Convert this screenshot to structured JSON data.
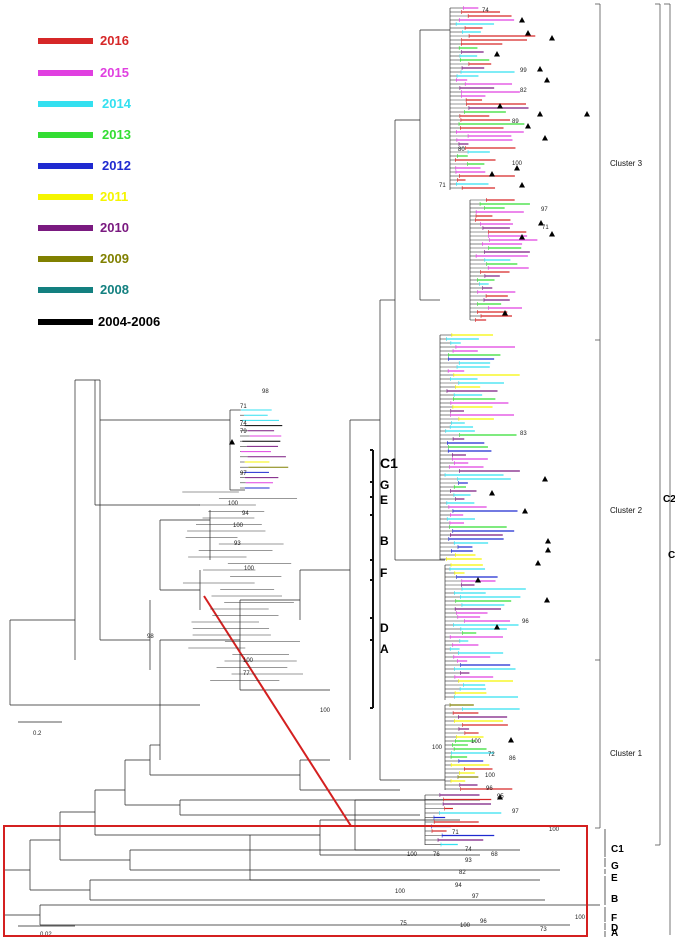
{
  "legend": [
    {
      "label": "2016",
      "color": "#d62728"
    },
    {
      "label": "2015",
      "color": "#e040e0"
    },
    {
      "label": "2014",
      "color": "#33e0f0"
    },
    {
      "label": "2013",
      "color": "#33dd33"
    },
    {
      "label": "2012",
      "color": "#1f2ad0"
    },
    {
      "label": "2011",
      "color": "#f5f500"
    },
    {
      "label": "2010",
      "color": "#7a1a80"
    },
    {
      "label": "2009",
      "color": "#808000"
    },
    {
      "label": "2008",
      "color": "#138080"
    },
    {
      "label": "2004-2006",
      "color": "#000000"
    }
  ],
  "main_tree": {
    "clusters": [
      "Cluster 3",
      "Cluster 2",
      "Cluster 1"
    ],
    "genotype_brackets": [
      "C2",
      "C"
    ],
    "subgenotypes": [
      "C1",
      "G",
      "E",
      "B",
      "F",
      "D",
      "A"
    ],
    "bootstrap_values": [
      "74",
      "99",
      "82",
      "89",
      "80",
      "100",
      "71",
      "97",
      "71",
      "83",
      "96",
      "100",
      "72",
      "86",
      "100",
      "96",
      "95",
      "97",
      "100",
      "71",
      "74",
      "68",
      "76",
      "93",
      "82",
      "100",
      "94",
      "100",
      "97",
      "96",
      "75",
      "100",
      "100",
      "73",
      "100"
    ],
    "scale_bar": "0.02"
  },
  "inset_tree": {
    "subgenotypes": [
      "C1",
      "G",
      "E",
      "B",
      "F",
      "D",
      "A"
    ],
    "bootstrap_values": [
      "98",
      "71",
      "74",
      "79",
      "97",
      "100",
      "94",
      "100",
      "93",
      "100",
      "98",
      "100",
      "77",
      "100"
    ],
    "scale_bar": "0.2"
  }
}
